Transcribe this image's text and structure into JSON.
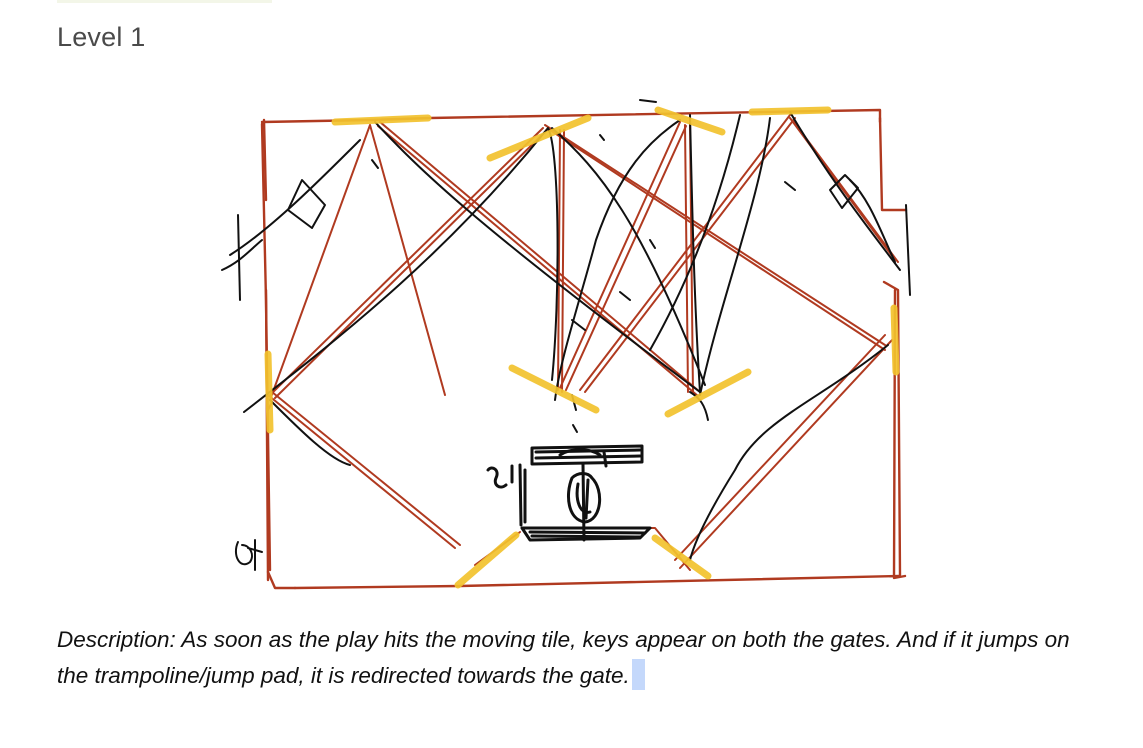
{
  "heading": "Level 1",
  "description": "Description: As soon as the play hits the moving tile, keys appear on both the gates. And if it jumps on the trampoline/jump pad, it is redirected towards the gate.",
  "colors": {
    "frame": "#b03a20",
    "ink": "#111111",
    "highlight": "#f2c22e",
    "selection": "#c4d8fb"
  },
  "sketch": {
    "pen_strokes": [
      "red",
      "black"
    ],
    "highlighted_parts": "bounce pads"
  }
}
